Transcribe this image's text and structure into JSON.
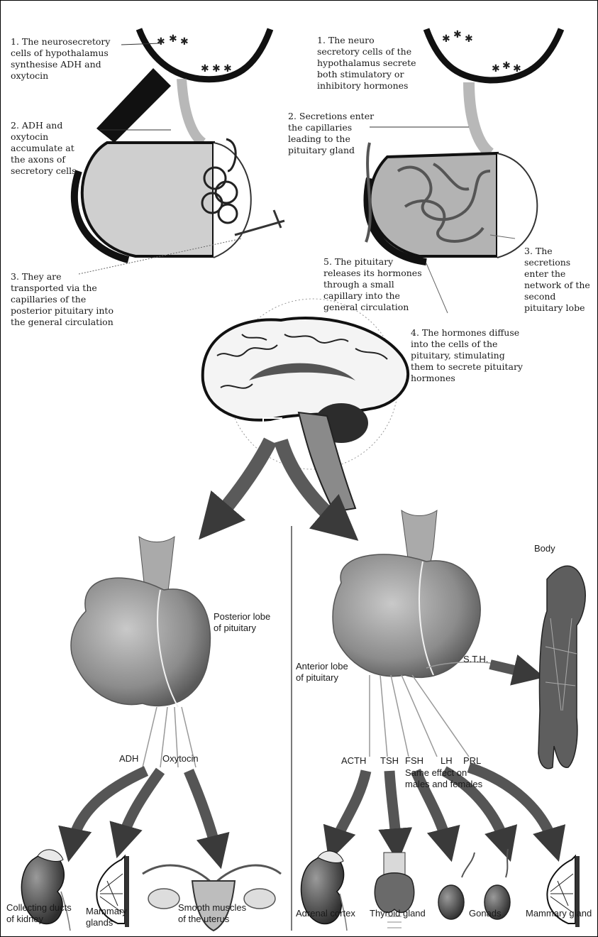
{
  "top_left": {
    "step1": "1. The neurosecretory\ncells of hypothalamus\nsynthesise ADH and\noxytocin",
    "step2": "2. ADH and\noxytocin\naccumulate at\nthe axons of\nsecretory cells",
    "step3": "3. They are\ntransported via the\ncapillaries of the\nposterior pituitary into\nthe general circulation"
  },
  "top_right": {
    "step1": "1. The neuro\nsecretory cells of the\nhypothalamus secrete\nboth stimulatory or\ninhibitory hormones",
    "step2": "2. Secretions enter\nthe capillaries\nleading to the\npituitary gland",
    "step3": "3. The\nsecretions\nenter the\nnetwork of the\nsecond\npituitary lobe",
    "step4": "4. The hormones diffuse\ninto the cells of the\npituitary, stimulating\nthem to secrete pituitary\nhormones",
    "step5": "5. The pituitary\nreleases its hormones\nthrough a small\ncapillary into the\ngeneral circulation"
  },
  "posterior": {
    "lobe_label": "Posterior lobe\nof pituitary",
    "hormones": [
      "ADH",
      "Oxytocin"
    ],
    "targets": [
      "Collecting ducts\nof kidney",
      "Mammary\nglands",
      "Smooth muscles\nof the uterus"
    ]
  },
  "anterior": {
    "lobe_label": "Anterior lobe\nof pituitary",
    "sth_label": "S.T.H.",
    "body_label": "Body",
    "hormones": [
      "ACTH",
      "TSH",
      "FSH",
      "LH",
      "PRL"
    ],
    "note": "Same effect on\nmales and females",
    "targets": [
      "Adrenal cortex",
      "Thyroid gland",
      "Gonads",
      "Mammary gland"
    ]
  }
}
